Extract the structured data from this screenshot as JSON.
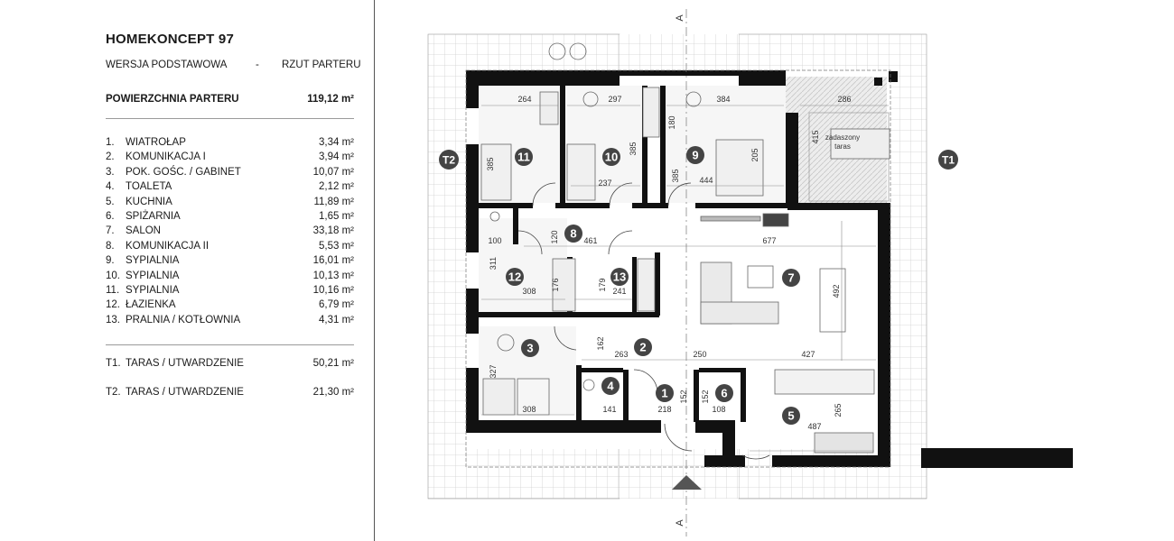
{
  "title": "HOMEKONCEPT 97",
  "variant": "WERSJA  PODSTAWOWA",
  "dash": "-",
  "view": "RZUT PARTERU",
  "area_label": "POWIERZCHNIA PARTERU",
  "area_value": "119,12 m²",
  "rooms": [
    {
      "num": "1.",
      "name": "WIATROŁAP",
      "area": "3,34 m²"
    },
    {
      "num": "2.",
      "name": "KOMUNIKACJA I",
      "area": "3,94 m²"
    },
    {
      "num": "3.",
      "name": "POK. GOŚC. / GABINET",
      "area": "10,07 m²"
    },
    {
      "num": "4.",
      "name": "TOALETA",
      "area": "2,12 m²"
    },
    {
      "num": "5.",
      "name": "KUCHNIA",
      "area": "11,89 m²"
    },
    {
      "num": "6.",
      "name": "SPIŻARNIA",
      "area": "1,65 m²"
    },
    {
      "num": "7.",
      "name": "SALON",
      "area": "33,18 m²"
    },
    {
      "num": "8.",
      "name": "KOMUNIKACJA II",
      "area": "5,53 m²"
    },
    {
      "num": "9.",
      "name": "SYPIALNIA",
      "area": "16,01 m²"
    },
    {
      "num": "10.",
      "name": "SYPIALNIA",
      "area": "10,13 m²"
    },
    {
      "num": "11.",
      "name": "SYPIALNIA",
      "area": "10,16 m²"
    },
    {
      "num": "12.",
      "name": "ŁAZIENKA",
      "area": "6,79 m²"
    },
    {
      "num": "13.",
      "name": "PRALNIA / KOTŁOWNIA",
      "area": "4,31 m²"
    }
  ],
  "terraces": [
    {
      "num": "T1.",
      "name": "TARAS / UTWARDZENIE",
      "area": "50,21 m²"
    },
    {
      "num": "T2.",
      "name": "TARAS / UTWARDZENIE",
      "area": "21,30 m²"
    }
  ],
  "plan": {
    "section_label": "A",
    "terrace_labels": [
      "T1",
      "T2"
    ],
    "room_markers": [
      "1",
      "2",
      "3",
      "4",
      "5",
      "6",
      "7",
      "8",
      "9",
      "10",
      "11",
      "12",
      "13"
    ],
    "covered_terrace": [
      "zadaszony",
      "taras"
    ],
    "dimensions": [
      "264",
      "297",
      "384",
      "286",
      "180",
      "415",
      "385",
      "385",
      "205",
      "385",
      "237",
      "444",
      "120",
      "461",
      "677",
      "100",
      "311",
      "176",
      "179",
      "308",
      "241",
      "492",
      "162",
      "263",
      "250",
      "427",
      "327",
      "152",
      "152",
      "308",
      "141",
      "218",
      "108",
      "487",
      "265"
    ]
  }
}
